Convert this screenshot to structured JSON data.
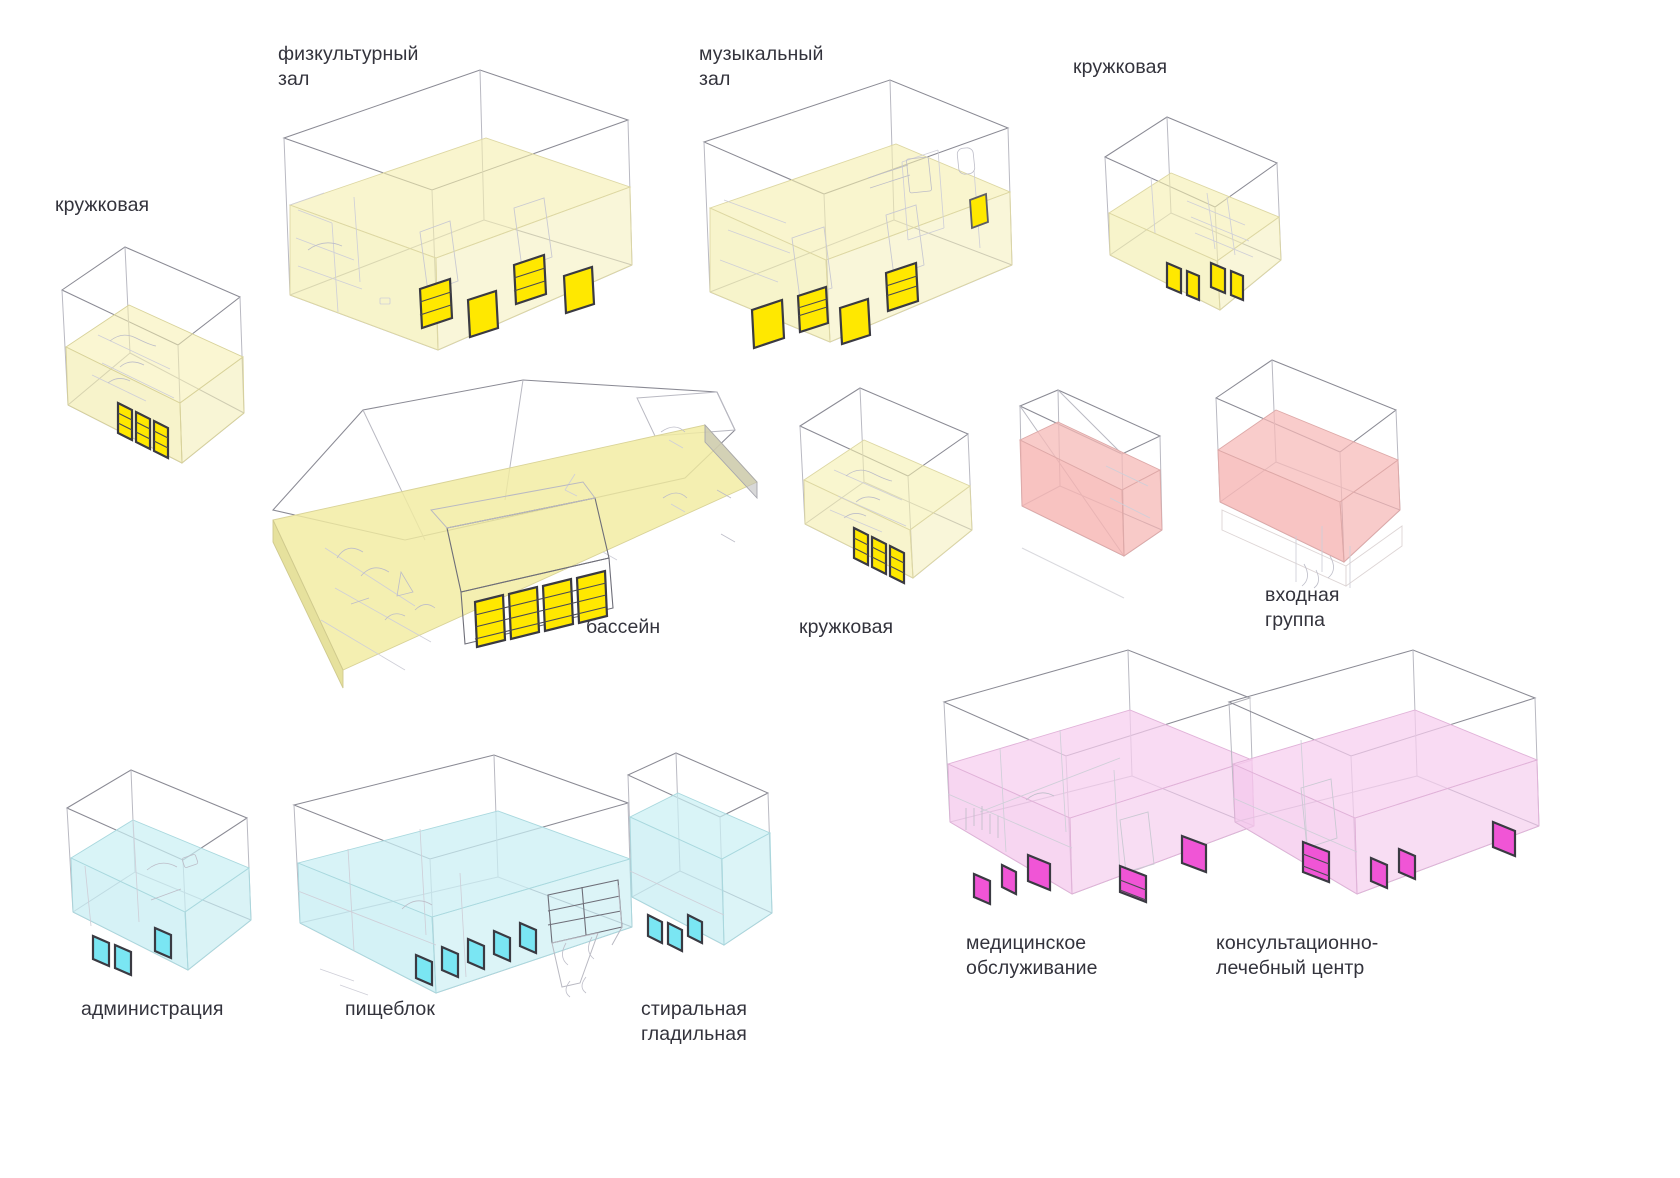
{
  "diagram": {
    "title": "Схема функциональных блоков детского учреждения",
    "type": "axonometric-block-diagram",
    "background": "#ffffff",
    "palette": {
      "yellow_fill": "#f5efad",
      "yellow_window": "#ffe800",
      "cyan_fill": "#bdeef2",
      "cyan_window": "#6fe4f2",
      "pink_fill": "#f3c3e8",
      "pink_window": "#f05ad6",
      "red_fill": "#f4aaa8",
      "wire_stroke": "#6e6e78",
      "label_color": "#33333c"
    }
  },
  "labels": {
    "kruzhkovaya_left": "кружковая",
    "fizkulturny_zal": "физкультурный\nзал",
    "muzykalny_zal": "музыкальный\nзал",
    "kruzhkovaya_top_right": "кружковая",
    "bassein": "бассейн",
    "kruzhkovaya_mid": "кружковая",
    "vhodnaya_gruppa": "входная\nгруппа",
    "administraciya": "администрация",
    "pishcheblok": "пищеблок",
    "stiralnaya_gladilnaya": "стиральная\nгладильная",
    "medicinskoe_obsluzhivanie": "медицинское\nобслуживание",
    "konsultacionno_lechebny_centr": "консультационно-\nлечебный центр"
  },
  "blocks": [
    {
      "id": "kruzhkovaya-left",
      "label": "кружковая",
      "color_group": "yellow",
      "windows": 4,
      "row": "top"
    },
    {
      "id": "fizkulturny-zal",
      "label": "физкультурный зал",
      "color_group": "yellow",
      "windows": 4,
      "row": "top"
    },
    {
      "id": "muzykalny-zal",
      "label": "музыкальный зал",
      "color_group": "yellow",
      "windows": 5,
      "row": "top"
    },
    {
      "id": "kruzhkovaya-top-right",
      "label": "кружковая",
      "color_group": "yellow",
      "windows": 4,
      "row": "top"
    },
    {
      "id": "bassein",
      "label": "бассейн",
      "color_group": "yellow",
      "windows": 5,
      "row": "middle"
    },
    {
      "id": "kruzhkovaya-mid",
      "label": "кружковая",
      "color_group": "yellow",
      "windows": 4,
      "row": "middle"
    },
    {
      "id": "vhodnaya-gruppa-a",
      "label": "входная группа",
      "color_group": "red",
      "windows": 0,
      "row": "middle"
    },
    {
      "id": "vhodnaya-gruppa-b",
      "label": "входная группа",
      "color_group": "red",
      "windows": 0,
      "row": "middle"
    },
    {
      "id": "administraciya",
      "label": "администрация",
      "color_group": "cyan",
      "windows": 3,
      "row": "bottom"
    },
    {
      "id": "pishcheblok",
      "label": "пищеблок",
      "color_group": "cyan",
      "windows": 5,
      "row": "bottom"
    },
    {
      "id": "stiralnaya-gladilnaya",
      "label": "стиральная гладильная",
      "color_group": "cyan",
      "windows": 3,
      "row": "bottom"
    },
    {
      "id": "medicinskoe-obsluzhivanie",
      "label": "медицинское обслуживание",
      "color_group": "pink",
      "windows": 5,
      "row": "bottom"
    },
    {
      "id": "konsultacionno-lechebny-centr",
      "label": "консультационно-лечебный центр",
      "color_group": "pink",
      "windows": 4,
      "row": "bottom"
    }
  ]
}
